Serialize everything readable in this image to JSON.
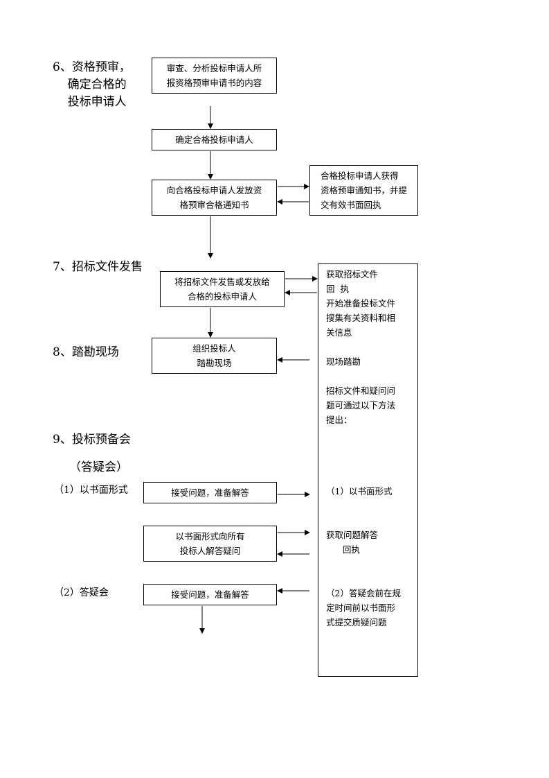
{
  "headings": {
    "h6": "6、资格预审，\n    确定合格的\n    投标申请人",
    "h7": "7、招标文件发售",
    "h8": "8、踏勘现场",
    "h9": "9、投标预备会",
    "h9_sub": "（答疑会）",
    "s1": "（1）以书面形式",
    "s2": "（2）答疑会"
  },
  "boxes": {
    "review": "审查、分析投标申请人所\n报资格预审申请书的内容",
    "confirm": "确定合格投标申请人",
    "notify": "向合格投标申请人发放资\n格预审合格通知书",
    "receipt": "合格投标申请人获得\n资格预审通知书，并提\n交有效书面回执",
    "sell": "将招标文件发售或发放给\n合格的投标申请人",
    "site": "组织投标人\n踏勘现场",
    "accept1": "接受问题，准备解答",
    "answer": "以书面形式向所有\n投标人解答疑问",
    "accept2": "接受问题，准备解答"
  },
  "right_panel": {
    "t1": "获取招标文件\n回  执\n开始准备投标文件\n搜集有关资料和相\n关信息",
    "t2": "现场踏勘",
    "t3": "招标文件和疑问问\n题可通过以下方法\n提出：",
    "t4": "（1）以书面形式",
    "t5": "获取问题解答\n      回执",
    "t6": "（2）答疑会前在规\n定时间前以书面形\n式提交质疑问题"
  }
}
